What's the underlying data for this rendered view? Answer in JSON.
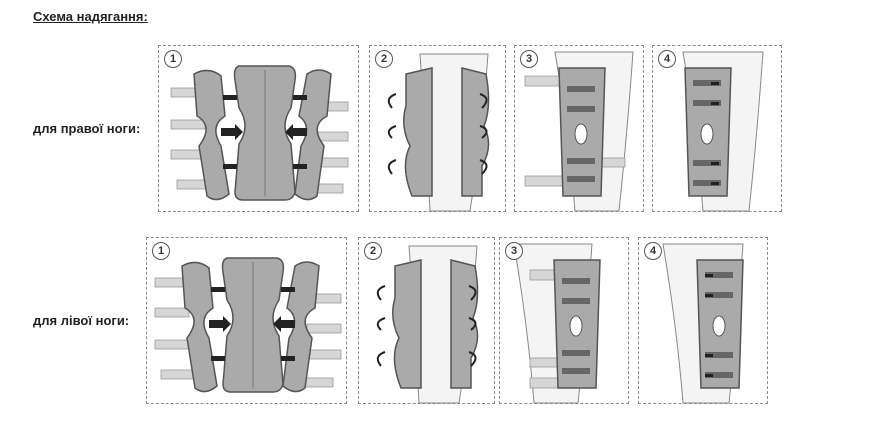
{
  "title": "Схема надягання:",
  "rows": [
    {
      "label": "для правої ноги:",
      "steps": [
        "1",
        "2",
        "3",
        "4"
      ]
    },
    {
      "label": "для лівої ноги:",
      "steps": [
        "1",
        "2",
        "3",
        "4"
      ]
    }
  ],
  "colors": {
    "brace_fill": "#a8a8a8",
    "brace_stroke": "#555555",
    "strap": "#d2d2d2",
    "arrow": "#222222",
    "leg": "#f4f4f4",
    "border": "#8a8a8a"
  }
}
